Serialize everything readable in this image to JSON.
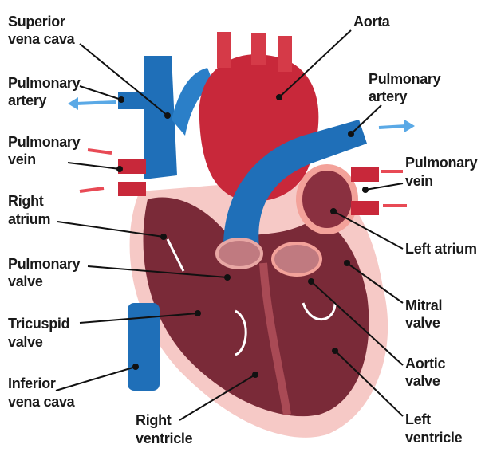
{
  "labels": {
    "superior_vena_cava": [
      "Superior",
      "vena cava"
    ],
    "aorta": [
      "Aorta"
    ],
    "pulmonary_artery_left": [
      "Pulmonary",
      "artery"
    ],
    "pulmonary_artery_right": [
      "Pulmonary",
      "artery"
    ],
    "pulmonary_vein_left": [
      "Pulmonary",
      "vein"
    ],
    "pulmonary_vein_right": [
      "Pulmonary",
      "vein"
    ],
    "right_atrium": [
      "Right",
      "atrium"
    ],
    "left_atrium": [
      "Left atrium"
    ],
    "pulmonary_valve": [
      "Pulmonary",
      "valve"
    ],
    "mitral_valve": [
      "Mitral",
      "valve"
    ],
    "tricuspid_valve": [
      "Tricuspid",
      "valve"
    ],
    "aortic_valve": [
      "Aortic",
      "valve"
    ],
    "inferior_vena_cava": [
      "Inferior",
      "vena cava"
    ],
    "right_ventricle": [
      "Right",
      "ventricle"
    ],
    "left_ventricle": [
      "Left",
      "ventricle"
    ]
  },
  "colors": {
    "deoxygenated_blue": "#1f6fb8",
    "oxygenated_red": "#c8283a",
    "heart_muscle_pink": "#f6c9c6",
    "chamber_maroon": "#7a2a38"
  }
}
